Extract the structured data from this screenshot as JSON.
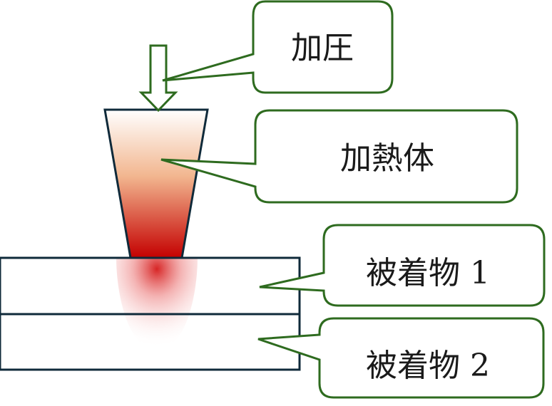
{
  "labels": {
    "pressure": "加圧",
    "heater": "加熱体",
    "adherend1": "被着物 1",
    "adherend2": "被着物 2"
  },
  "colors": {
    "callout_border": "#2e6b1f",
    "arrow_border": "#2e6b1f",
    "plate_border": "#0f2a3a",
    "heat_core": "#c40000"
  }
}
